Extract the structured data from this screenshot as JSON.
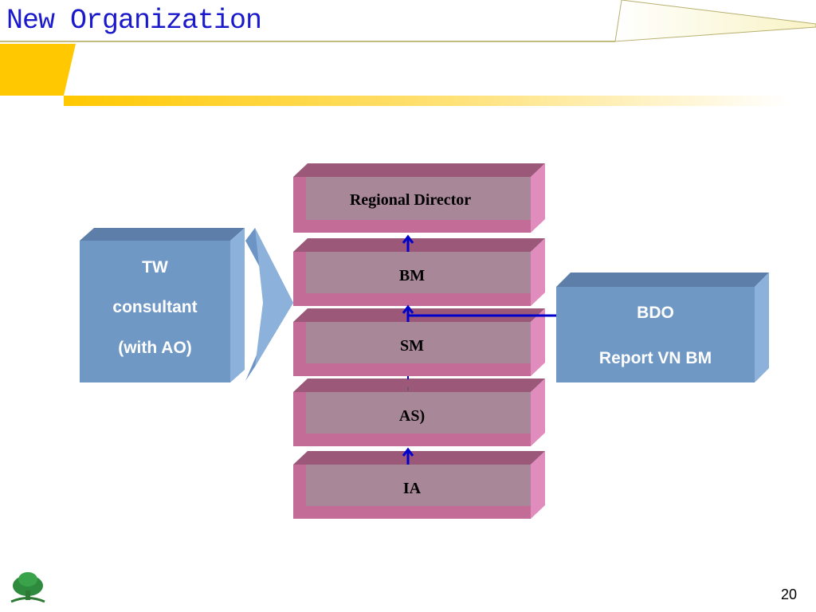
{
  "slide": {
    "title": "New Organization",
    "page_number": "20"
  },
  "hierarchy": [
    {
      "label": "Regional Director"
    },
    {
      "label": "BM"
    },
    {
      "label": "SM"
    },
    {
      "label": "AS)"
    },
    {
      "label": "IA"
    }
  ],
  "left_box": {
    "line1": "TW",
    "line2": "consultant",
    "line3": "(with AO)"
  },
  "right_box": {
    "line1": "BDO",
    "line2": "Report VN BM"
  },
  "logo": {
    "icon": "tree-logo-icon"
  },
  "colors": {
    "title": "#1a1acc",
    "block_front": "#a88898",
    "block_frame": "#c46c98",
    "block_top": "#9c5878",
    "side_box": "#7098c4",
    "arrow": "#0000cc",
    "header_yellow": "#ffc800"
  }
}
